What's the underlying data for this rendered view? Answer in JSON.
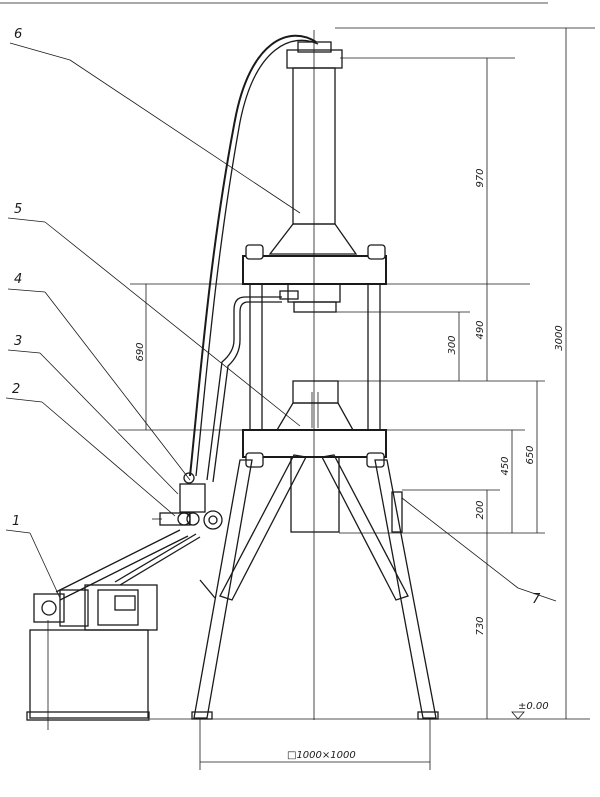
{
  "part_labels": [
    "1",
    "2",
    "3",
    "4",
    "5",
    "6",
    "7"
  ],
  "dimensions": {
    "d970": "970",
    "d690": "690",
    "d490": "490",
    "d300": "300",
    "d3000": "3000",
    "d650": "650",
    "d450": "450",
    "d200": "200",
    "d730": "730",
    "ground": "±0.00",
    "base": "□1000×1000"
  }
}
